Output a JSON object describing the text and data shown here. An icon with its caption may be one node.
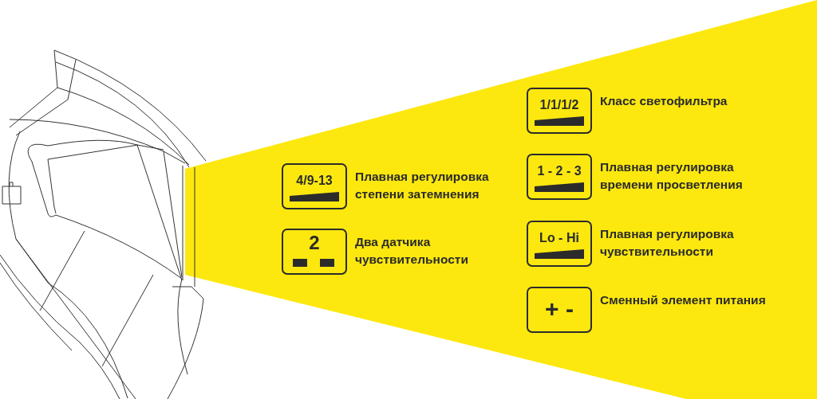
{
  "diagram": {
    "nodes": [
      {
        "text": [
          "1/1/1/2"
        ],
        "beside": [
          "Класс светофильтра"
        ]
      },
      {
        "text": [
          "4/9-13"
        ],
        "beside": [
          "Плавная регулировка степени затемнения"
        ]
      },
      {
        "text": [
          "1 - 2 - 3"
        ],
        "beside": [
          "Плавная регулировка времени просветления"
        ]
      },
      {
        "text": [
          "2"
        ],
        "beside": [
          "Два датчика чувствительности"
        ]
      },
      {
        "text": [
          "Lo - Hi"
        ],
        "beside": [
          "Плавная регулировка чувствительности"
        ]
      },
      {
        "text": [
          "+ -"
        ],
        "beside": [
          "Сменный элемент питания"
        ]
      }
    ]
  }
}
